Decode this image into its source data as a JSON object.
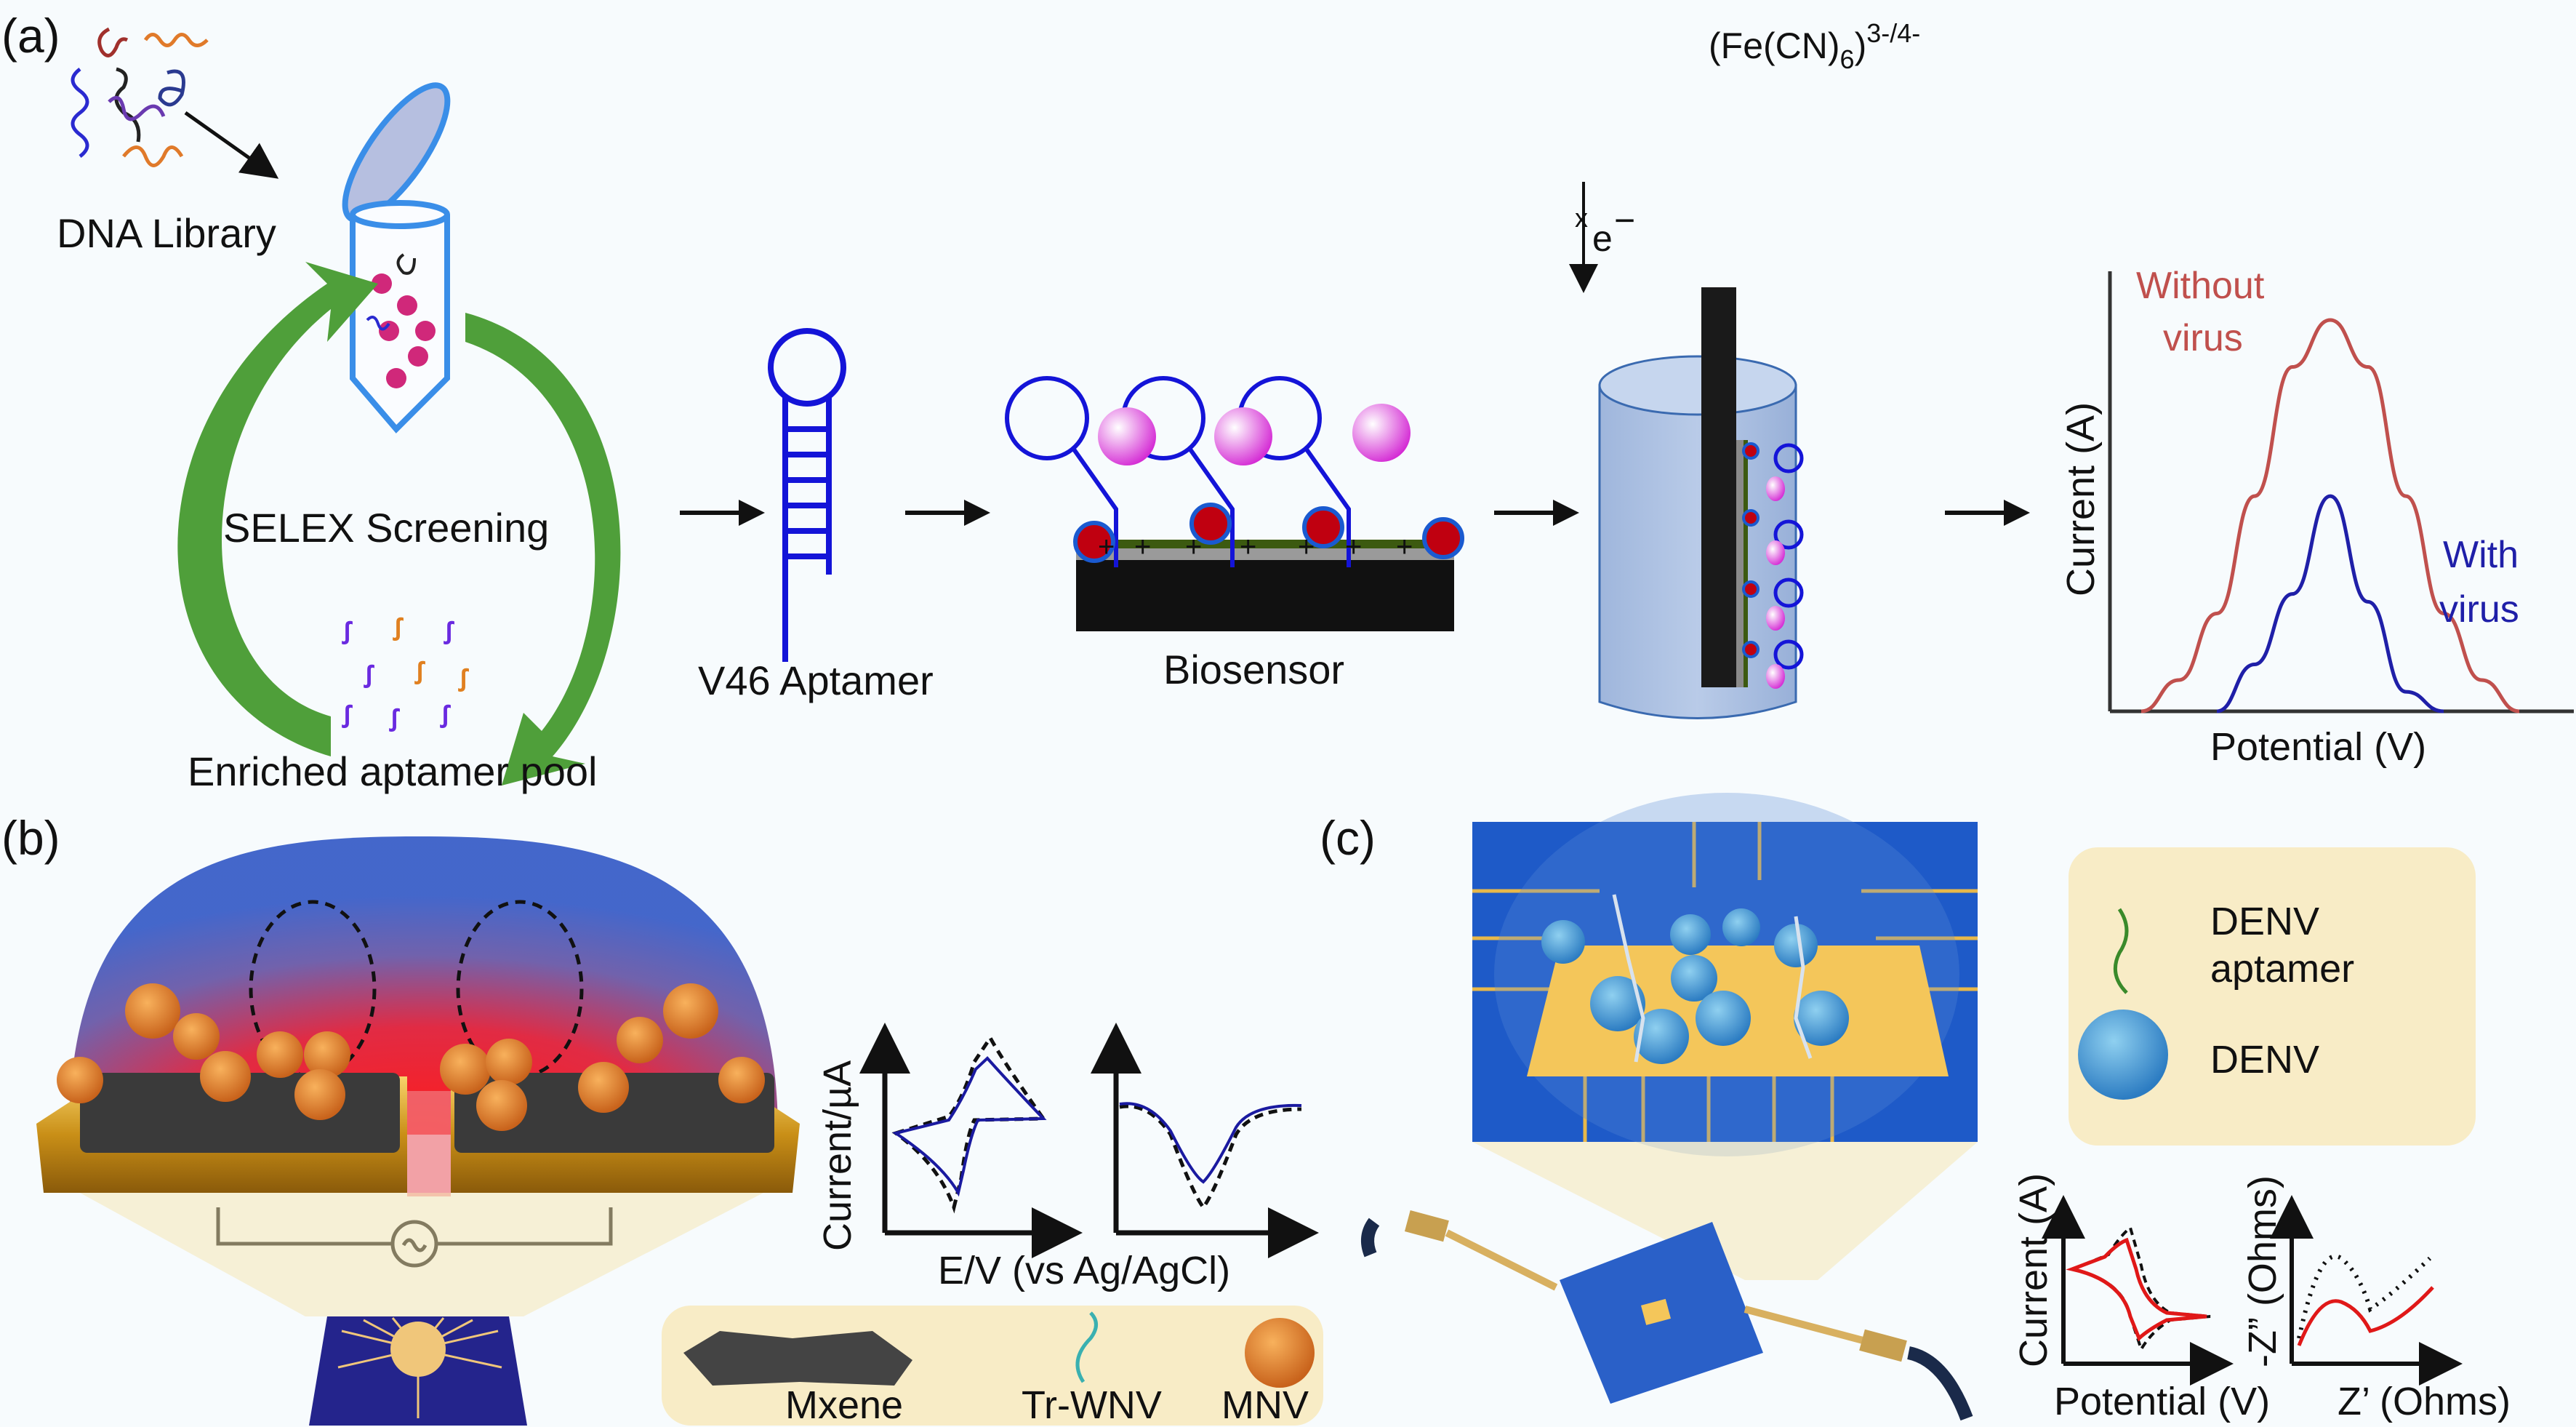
{
  "figure": {
    "panels": {
      "a": {
        "label": "(a)",
        "dna_library": "DNA Library",
        "selex": "SELEX Screening",
        "enriched_pool": "Enriched aptamer pool",
        "aptamer": "V46 Aptamer",
        "biosensor": "Biosensor",
        "redox_probe_main": "(Fe(CN)",
        "redox_probe_sub": "6",
        "redox_probe_close": ")",
        "redox_probe_sup": "3-/4-",
        "electron": "e",
        "electron_sup": "−",
        "chart": {
          "ylabel": "Current (A)",
          "xlabel": "Potential (V)",
          "series": [
            {
              "name": "Without virus",
              "line1": "Without",
              "line2": "virus",
              "color": "#c0504d"
            },
            {
              "name": "With virus",
              "line1": "With",
              "line2": "virus",
              "color": "#1f1fa8"
            }
          ]
        }
      },
      "b": {
        "label": "(b)",
        "chart": {
          "ylabel": "Current/µA",
          "xlabel": "E/V (vs Ag/AgCl)"
        },
        "legend": [
          "Mxene",
          "Tr-WNV",
          "MNV"
        ]
      },
      "c": {
        "label": "(c)",
        "legend": [
          {
            "line1": "DENV",
            "line2": "aptamer"
          },
          {
            "line1": "DENV",
            "line2": ""
          }
        ],
        "chart1": {
          "ylabel": "Current (A)",
          "xlabel": "Potential (V)"
        },
        "chart2": {
          "ylabel": "-Z” (Ohms)",
          "xlabel": "Z’ (Ohms)"
        }
      }
    }
  },
  "chart_data": [
    {
      "type": "line",
      "title": "",
      "xlabel": "Potential (V)",
      "ylabel": "Current (A)",
      "x": [
        0,
        0.1,
        0.2,
        0.3,
        0.4,
        0.5,
        0.6,
        0.7,
        0.8,
        0.9,
        1.0
      ],
      "series": [
        {
          "name": "Without virus",
          "values": [
            0,
            0.08,
            0.25,
            0.55,
            0.88,
            1.0,
            0.88,
            0.55,
            0.25,
            0.08,
            0
          ]
        },
        {
          "name": "With virus",
          "values": [
            null,
            null,
            0,
            0.12,
            0.3,
            0.55,
            0.28,
            0.05,
            0,
            null,
            null
          ]
        }
      ],
      "ylim": [
        0,
        1.1
      ],
      "grid": false,
      "legend": "inline labels"
    },
    {
      "type": "line",
      "xlabel": "E/V (vs Ag/AgCl)",
      "ylabel": "Current/µA",
      "note": "cyclic voltammogram + differential pulse voltammogram, solid blue vs dashed black (qualitative, no ticks)"
    },
    {
      "type": "line",
      "xlabel": "Potential (V)",
      "ylabel": "Current (A)",
      "note": "cyclic voltammogram, solid red vs dashed black (qualitative)"
    },
    {
      "type": "line",
      "xlabel": "Z’ (Ohms)",
      "ylabel": "-Z” (Ohms)",
      "note": "Nyquist plot, solid red vs dotted black (qualitative)"
    }
  ]
}
